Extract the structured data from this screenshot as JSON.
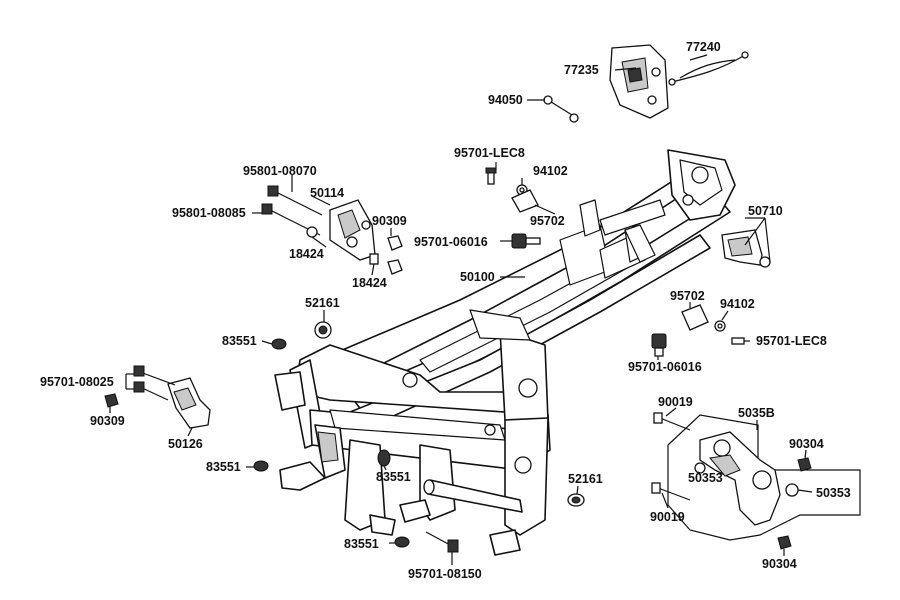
{
  "colors": {
    "ink": "#111111",
    "paper": "#ffffff",
    "shade": "#c9c9c9"
  },
  "labels": {
    "p77240": "77240",
    "p77235": "77235",
    "p94050": "94050",
    "p95701_lec8_top": "95701-LEC8",
    "p94102_top": "94102",
    "p95702_top": "95702",
    "p95801_08070": "95801-08070",
    "p50114": "50114",
    "p95801_08085": "95801-08085",
    "p90309_top": "90309",
    "p18424_left": "18424",
    "p18424_bottom": "18424",
    "p95701_06016_top": "95701-06016",
    "p50100": "50100",
    "p50710": "50710",
    "p52161_top": "52161",
    "p95702_right": "95702",
    "p94102_right": "94102",
    "p95701_lec8_right": "95701-LEC8",
    "p95701_06016_right": "95701-06016",
    "p83551_a": "83551",
    "p95701_08025": "95701-08025",
    "p90309_left": "90309",
    "p50126": "50126",
    "p83551_b": "83551",
    "p83551_c": "83551",
    "p52161_bottom": "52161",
    "p83551_d": "83551",
    "p95701_08150": "95701-08150",
    "p90019_top": "90019",
    "p5035b": "5035B",
    "p90304_top": "90304",
    "p50353_left": "50353",
    "p50353_right": "50353",
    "p90019_bottom": "90019",
    "p90304_bottom": "90304"
  }
}
